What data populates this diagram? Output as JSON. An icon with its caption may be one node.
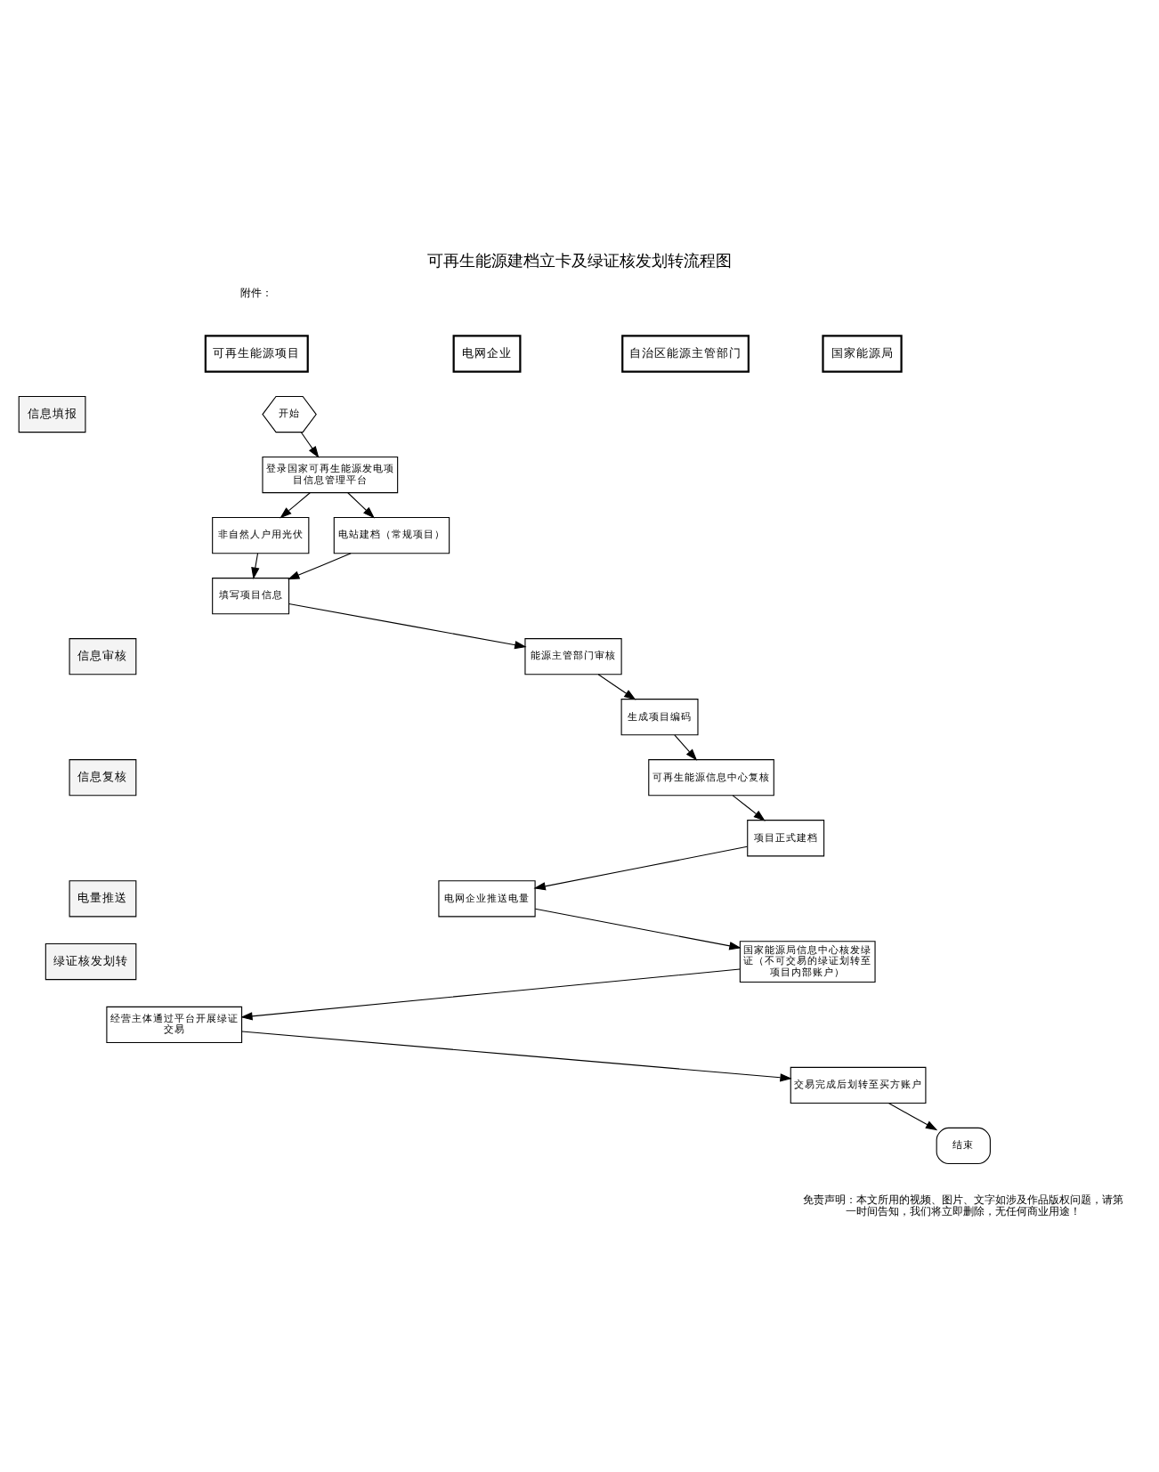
{
  "diagram": {
    "title": "可再生能源建档立卡及绿证核发划转流程图",
    "nodes": [
      {
        "text": [
          "可再生能源项目"
        ]
      },
      {
        "text": [
          "电网企业"
        ]
      },
      {
        "text": [
          "自治区能源主管部门"
        ]
      },
      {
        "text": [
          "国家能源局"
        ]
      },
      {
        "text": [
          "信息填报"
        ]
      },
      {
        "text": [
          "开始"
        ]
      },
      {
        "text": [
          "登录国家可再生能源发电项目信息管理平台"
        ]
      },
      {
        "text": [
          "非自然人户用光伏"
        ]
      },
      {
        "text": [
          "电站建档（常规项目）"
        ]
      },
      {
        "text": [
          "填写项目信息"
        ]
      },
      {
        "text": [
          "信息审核"
        ]
      },
      {
        "text": [
          "能源主管部门审核"
        ]
      },
      {
        "text": [
          "生成项目编码"
        ]
      },
      {
        "text": [
          "信息复核"
        ]
      },
      {
        "text": [
          "可再生能源信息中心复核"
        ]
      },
      {
        "text": [
          "项目正式建档"
        ]
      },
      {
        "text": [
          "电量推送"
        ]
      },
      {
        "text": [
          "电网企业推送电量"
        ]
      },
      {
        "text": [
          "绿证核发划转"
        ]
      },
      {
        "text": [
          "国家能源局信息中心核发绿证（不可交易的绿证划转至项目内部账户）"
        ]
      },
      {
        "text": [
          "经营主体通过平台开展绿证交易"
        ]
      },
      {
        "text": [
          "交易完成后划转至买方账户"
        ]
      },
      {
        "text": [
          "结束"
        ]
      }
    ],
    "edges": [
      {
        "from": 5,
        "to": 6,
        "arrow": "to"
      },
      {
        "from": 6,
        "to": 7,
        "arrow": "to"
      },
      {
        "from": 6,
        "to": 8,
        "arrow": "to"
      },
      {
        "from": 7,
        "to": 9,
        "arrow": "to"
      },
      {
        "from": 8,
        "to": 9,
        "arrow": "to"
      },
      {
        "from": 9,
        "to": 11,
        "arrow": "to"
      },
      {
        "from": 11,
        "to": 12,
        "arrow": "to"
      },
      {
        "from": 12,
        "to": 14,
        "arrow": "to"
      },
      {
        "from": 14,
        "to": 15,
        "arrow": "to"
      },
      {
        "from": 15,
        "to": 17,
        "arrow": "to"
      },
      {
        "from": 17,
        "to": 19,
        "arrow": "to"
      },
      {
        "from": 19,
        "to": 20,
        "arrow": "to"
      },
      {
        "from": 20,
        "to": 21,
        "arrow": "to"
      },
      {
        "from": 21,
        "to": 22,
        "arrow": "to"
      }
    ],
    "labels": [
      "附件：",
      "免责声明：本文所用的视频、图片、文字如涉及作品版权问题，请第一时间告知，我们将立即删除，无任何商业用途！"
    ]
  }
}
